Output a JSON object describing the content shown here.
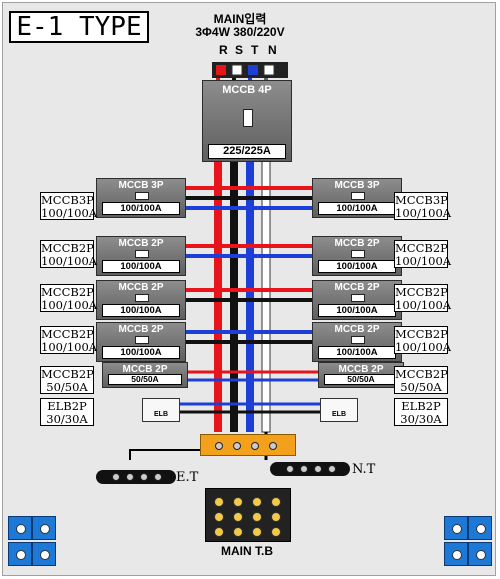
{
  "title": "E-1 TYPE",
  "main_input": {
    "line1": "MAIN입력",
    "line2": "3Φ4W 380/220V"
  },
  "phases": [
    "R",
    "S",
    "T",
    "N"
  ],
  "main_breaker": {
    "name": "MCCB 4P",
    "rating": "225/225A"
  },
  "left_labels": [
    [
      "MCCB3P",
      "100/100A"
    ],
    [
      "MCCB2P",
      "100/100A"
    ],
    [
      "MCCB2P",
      "100/100A"
    ],
    [
      "MCCB2P",
      "100/100A"
    ],
    [
      "MCCB2P",
      "50/50A"
    ],
    [
      "ELB2P",
      "30/30A"
    ]
  ],
  "right_labels": [
    [
      "MCCB3P",
      "100/100A"
    ],
    [
      "MCCB2P",
      "100/100A"
    ],
    [
      "MCCB2P",
      "100/100A"
    ],
    [
      "MCCB2P",
      "100/100A"
    ],
    [
      "MCCB2P",
      "50/50A"
    ],
    [
      "ELB2P",
      "30/30A"
    ]
  ],
  "breakers_left": [
    {
      "name": "MCCB 3P",
      "rating": "100/100A"
    },
    {
      "name": "MCCB 2P",
      "rating": "100/100A"
    },
    {
      "name": "MCCB 2P",
      "rating": "100/100A"
    },
    {
      "name": "MCCB 2P",
      "rating": "100/100A"
    },
    {
      "name": "MCCB 2P",
      "rating": "50/50A"
    }
  ],
  "breakers_right": [
    {
      "name": "MCCB 3P",
      "rating": "100/100A"
    },
    {
      "name": "MCCB 2P",
      "rating": "100/100A"
    },
    {
      "name": "MCCB 2P",
      "rating": "100/100A"
    },
    {
      "name": "MCCB 2P",
      "rating": "100/100A"
    },
    {
      "name": "MCCB 2P",
      "rating": "50/50A"
    }
  ],
  "elb_text": "ELB",
  "earth_bar": "E.T",
  "neutral_bar": "N.T",
  "main_tb": "MAIN T.B",
  "colors": {
    "R": "#e8141c",
    "S": "#000000",
    "T": "#1e3fd6",
    "N": "#ffffff",
    "bar": "#f3a01c"
  }
}
